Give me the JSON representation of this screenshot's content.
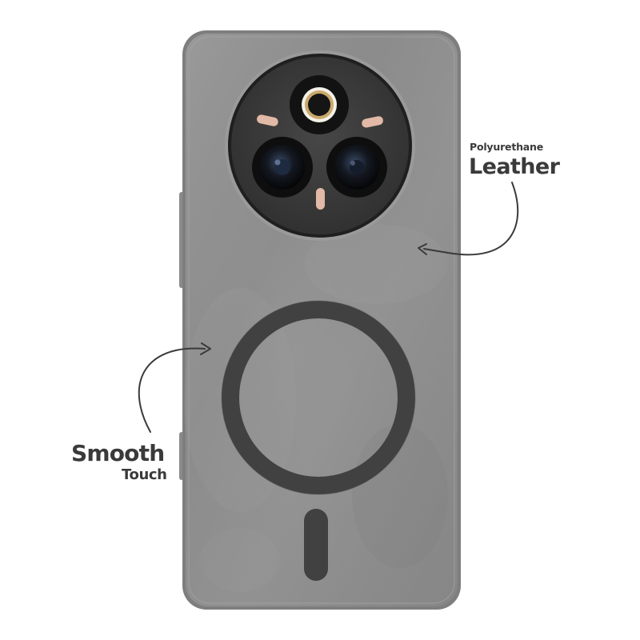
{
  "image": {
    "subject": "phone-case-product-photo",
    "colors": {
      "background": "#ffffff",
      "case_leather": "#8f8f8f",
      "case_edge": "#7c7c7c",
      "camera_module": "#3a3a3a",
      "magsafe_ring": "#414141",
      "flash_accent": "#e2b9a6",
      "caption_text": "#3a3a3a",
      "arrow": "#3a3a3a"
    }
  },
  "labels": {
    "leather": {
      "small": "Polyurethane",
      "big": "Leather"
    },
    "smooth": {
      "big": "Smooth",
      "small": "Touch"
    }
  }
}
